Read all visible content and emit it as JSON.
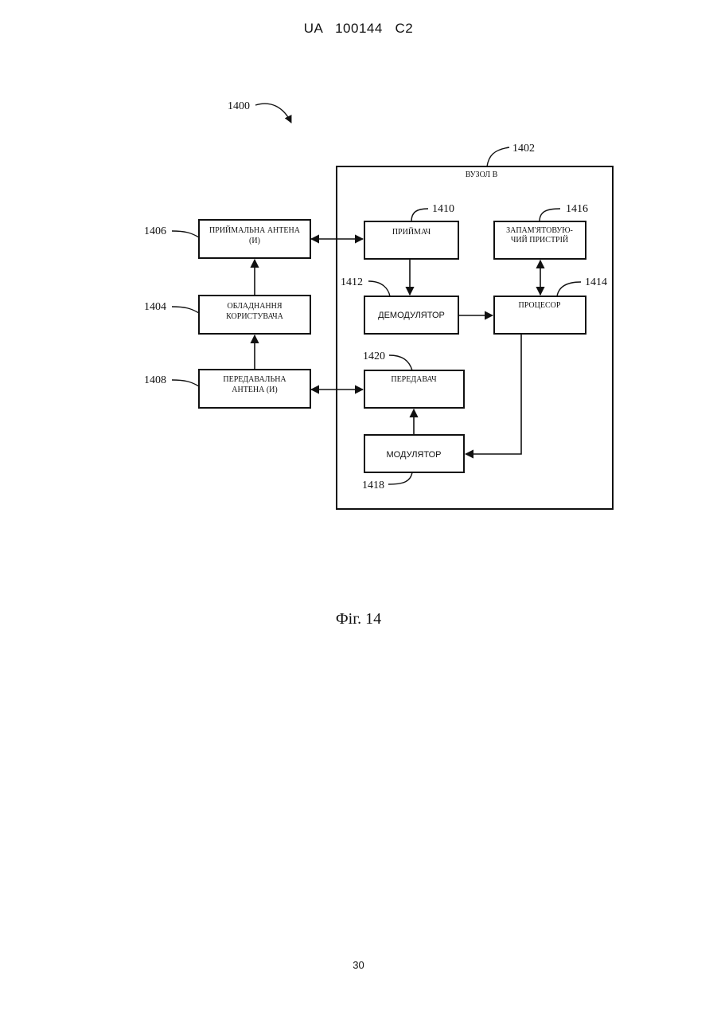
{
  "header": {
    "patent_id": "UA   100144   C2"
  },
  "diagram": {
    "refs": {
      "system": "1400",
      "node_b": "1402",
      "user_equipment": "1404",
      "rx_antenna": "1406",
      "tx_antenna": "1408",
      "receiver": "1410",
      "demodulator": "1412",
      "processor": "1414",
      "memory": "1416",
      "modulator": "1418",
      "transmitter": "1420"
    },
    "labels": {
      "node_b": "ВУЗОЛ В",
      "rx_antenna": [
        "ПРИЙМАЛЬНА АНТЕНА",
        "(И)"
      ],
      "user_equipment": [
        "ОБЛАДНАННЯ",
        "КОРИСТУВАЧА"
      ],
      "tx_antenna": [
        "ПЕРЕДАВАЛЬНА",
        "АНТЕНА (И)"
      ],
      "receiver": "ПРИЙМАЧ",
      "memory": [
        "ЗАПАМ'ЯТОВУЮ-",
        "ЧИЙ ПРИСТРІЙ"
      ],
      "demodulator": "ДЕМОДУЛЯТОР",
      "processor": "ПРОЦЕСОР",
      "transmitter": "ПЕРЕДАВАЧ",
      "modulator": "МОДУЛЯТОР"
    }
  },
  "caption": "Фіг. 14",
  "page_number": "30"
}
